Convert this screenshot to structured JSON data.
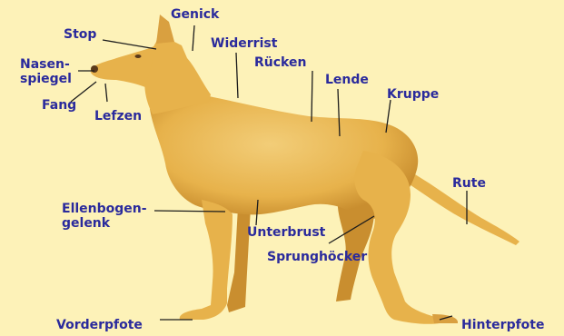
{
  "colors": {
    "background": "#fdf2b8",
    "label_text": "#2a2a9c",
    "leader_line": "#1c1c1c",
    "dog_body": "#e7b24b",
    "dog_shade": "#c98e2f",
    "dog_highlight": "#f2cd78"
  },
  "labels": {
    "gerick": "Genick",
    "stop": "Stop",
    "widerrist": "Widerrist",
    "nasenspiegel_1": "Nasen-",
    "nasenspiegel_2": "spiegel",
    "ruecken": "Rücken",
    "lende": "Lende",
    "kruppe": "Kruppe",
    "fang": "Fang",
    "lefzen": "Lefzen",
    "rute": "Rute",
    "ellenbogen_1": "Ellenbogen-",
    "ellenbogen_2": "gelenk",
    "unterbrust": "Unterbrust",
    "sprunghoecker": "Sprunghöcker",
    "vorderpfote": "Vorderpfote",
    "hinterpfote": "Hinterpfote"
  }
}
